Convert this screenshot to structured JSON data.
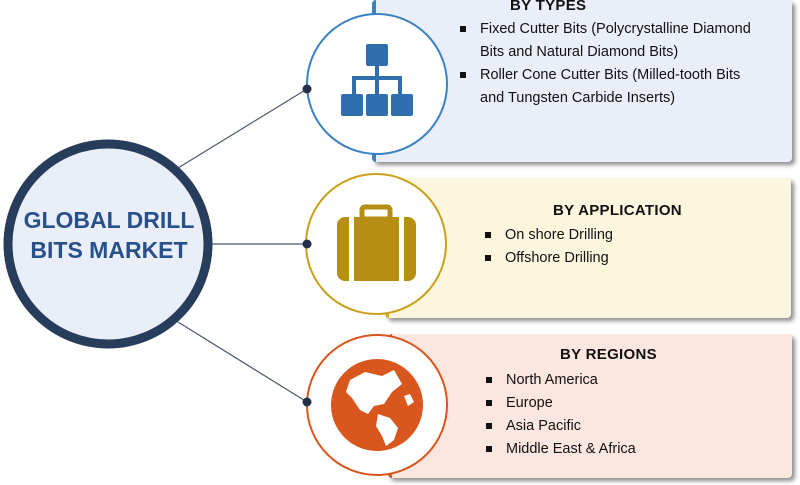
{
  "center": {
    "title_line1": "GLOBAL DRILL",
    "title_line2": "BITS MARKET"
  },
  "sections": {
    "types": {
      "title": "BY TYPES",
      "icon": "hierarchy-icon",
      "color": "#3b82c4",
      "items": [
        "Fixed Cutter Bits (Polycrystalline Diamond Bits and Natural Diamond Bits)",
        "Roller Cone Cutter Bits (Milled-tooth Bits and Tungsten Carbide Inserts)"
      ]
    },
    "application": {
      "title": "BY APPLICATION",
      "icon": "briefcase-icon",
      "color": "#c9a019",
      "items": [
        "On shore Drilling",
        "Offshore Drilling"
      ]
    },
    "regions": {
      "title": "BY REGIONS",
      "icon": "globe-icon",
      "color": "#d9571f",
      "items": [
        "North America",
        "Europe",
        "Asia Pacific",
        "Middle East & Africa"
      ]
    }
  },
  "colors": {
    "center_ring": "#283c5c",
    "center_fill": "#e9eef8",
    "title_text": "#28508a",
    "connector": "#4a5a6e"
  }
}
